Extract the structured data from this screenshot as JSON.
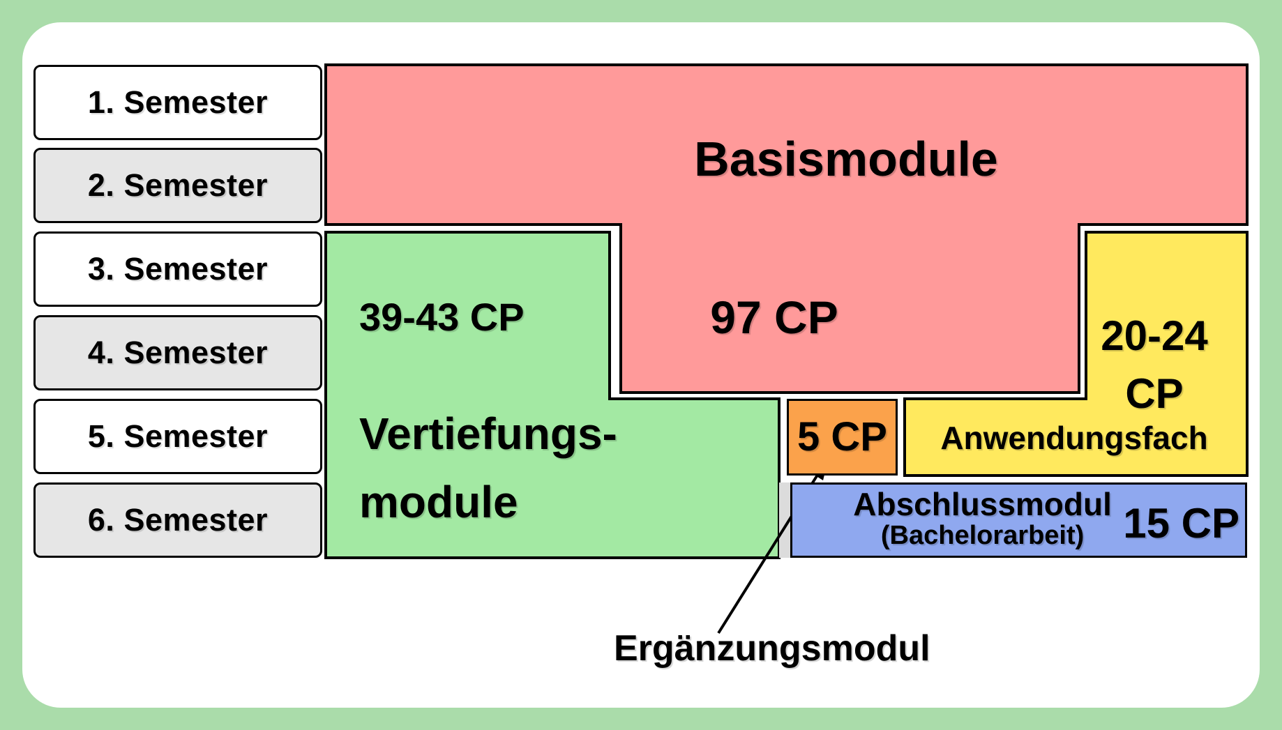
{
  "colors": {
    "frame": "#aadcaa",
    "panel": "#ffffff",
    "pink": "#ff9a9a",
    "green": "#a3e9a3",
    "yellow": "#ffe95e",
    "orange": "#fba24b",
    "blue": "#8fa8ef",
    "row_white": "#ffffff",
    "row_gray": "#e6e6e6",
    "gap_gray": "#dcdcdc"
  },
  "semesters": [
    {
      "label": "1. Semester"
    },
    {
      "label": "2. Semester"
    },
    {
      "label": "3. Semester"
    },
    {
      "label": "4. Semester"
    },
    {
      "label": "5. Semester"
    },
    {
      "label": "6. Semester"
    }
  ],
  "modules": {
    "basis": {
      "title": "Basismodule",
      "credits": "97 CP"
    },
    "vertiefung": {
      "credits": "39-43 CP",
      "name_line1": "Vertiefungs-",
      "name_line2": "module"
    },
    "anwendungsfach": {
      "credits_line1": "20-24",
      "credits_line2": "CP",
      "title": "Anwendungsfach"
    },
    "ergaenzung": {
      "credits": "5 CP",
      "caption": "Ergänzungsmodul"
    },
    "abschluss": {
      "title": "Abschlussmodul",
      "subtitle": "(Bachelorarbeit)",
      "credits": "15 CP"
    }
  }
}
